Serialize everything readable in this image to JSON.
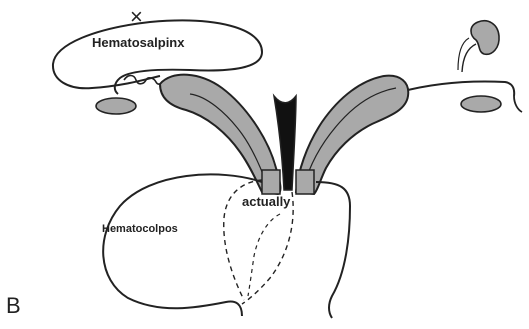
{
  "figure": {
    "panel_letter": "B",
    "labels": {
      "mark": "×",
      "hematosalpinx": "Hematosalpinx",
      "actually": "actually",
      "hematocolpos": "Hematocolpos"
    },
    "colors": {
      "outline": "#222222",
      "tissue": "#a9a9a9",
      "background": "#ffffff",
      "dark_center": "#111111"
    }
  }
}
